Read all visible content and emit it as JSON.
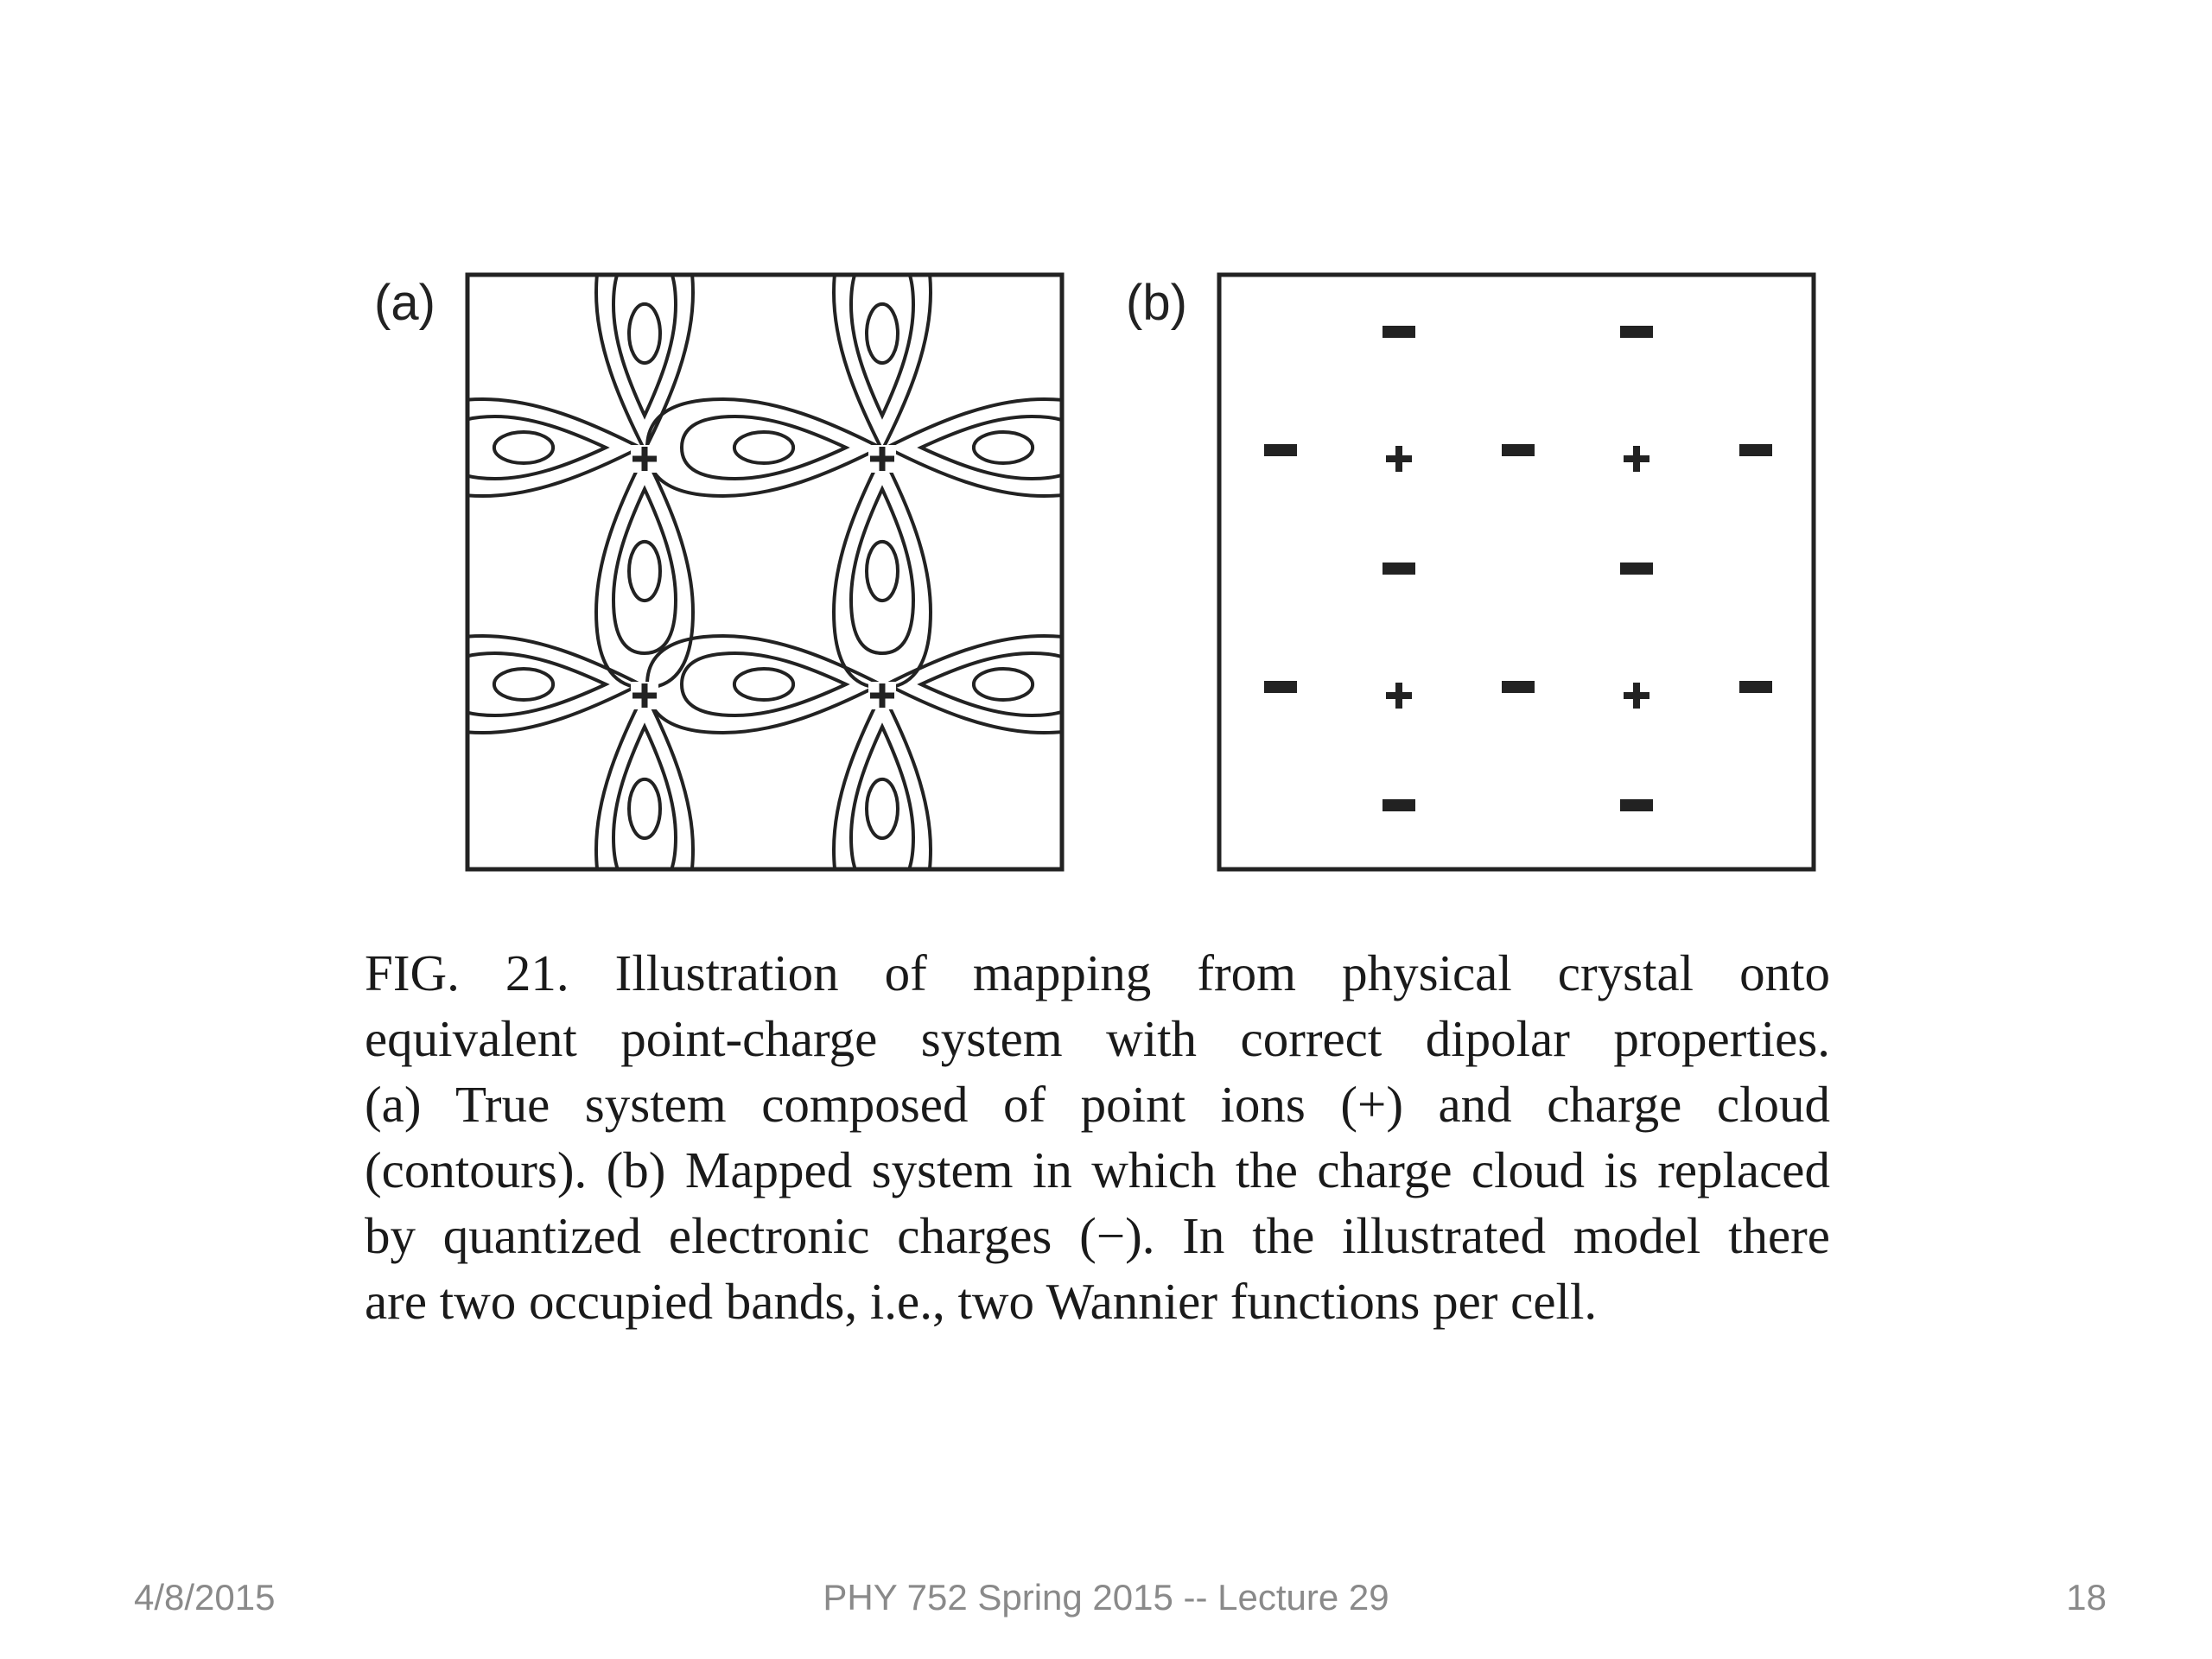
{
  "figure": {
    "panel_a_label": "(a)",
    "panel_b_label": "(b)",
    "panel_a": {
      "ion_symbol": "+",
      "ions_per_cell": 4,
      "contours_per_cloud": 3
    },
    "panel_b": {
      "ion_symbol": "+",
      "electron_symbol": "−"
    },
    "caption_lines": [
      "FIG. 21.  Illustration of mapping from physical crystal onto",
      "equivalent point-charge system with correct dipolar properties.",
      "(a) True system composed of point ions (+) and charge cloud",
      "(contours). (b) Mapped system in which the charge cloud is replaced",
      "by quantized electronic charges (−). In the illustrated model there",
      "are two occupied bands, i.e., two Wannier functions per cell."
    ]
  },
  "footer": {
    "date": "4/8/2015",
    "title": "PHY 752  Spring 2015 -- Lecture 29",
    "page": "18"
  },
  "colors": {
    "ink": "#222222",
    "footer_text": "#8a8a8a",
    "background": "#ffffff"
  }
}
